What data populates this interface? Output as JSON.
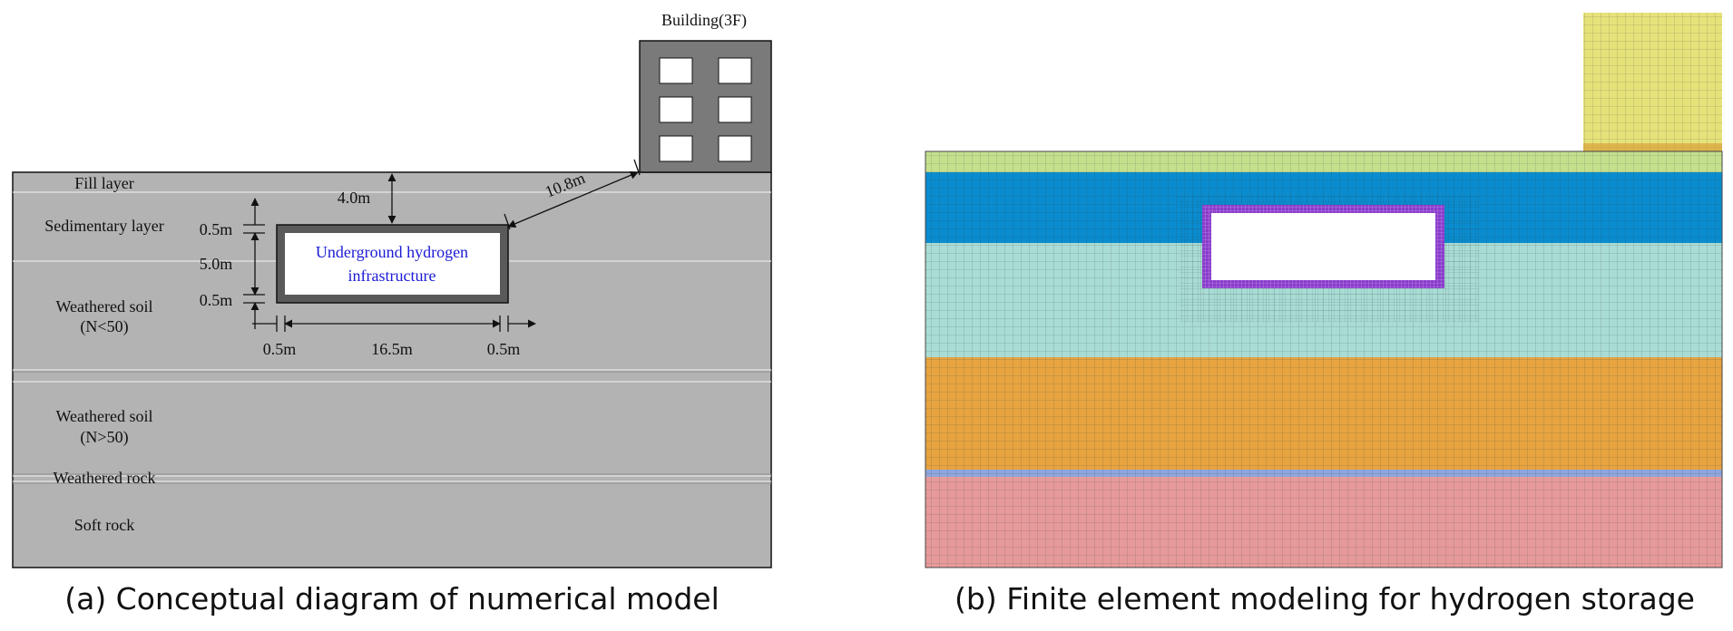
{
  "panel_a": {
    "caption": "(a) Conceptual diagram of numerical model",
    "building_label": "Building(3F)",
    "layers": [
      "Fill layer",
      "Sedimentary layer",
      "Weathered soil",
      "(N<50)",
      "Weathered soil",
      "(N>50)",
      "Weathered rock",
      "Soft rock"
    ],
    "structure_label": [
      "Underground hydrogen",
      "infrastructure"
    ],
    "dims": {
      "cover": "4.0m",
      "distance": "10.8m",
      "wall_top": "0.5m",
      "height": "5.0m",
      "wall_bottom": "0.5m",
      "wall_left": "0.5m",
      "width": "16.5m",
      "wall_right": "0.5m"
    },
    "colors": {
      "soil": "#b3b3b3",
      "building": "#7a7a7a",
      "structure_wall": "#5a5a5a",
      "label": "#1a1ad6"
    }
  },
  "panel_b": {
    "caption": "(b) Finite element modeling for hydrogen storage",
    "colors": {
      "building": "#e6e27a",
      "fill": "#c5e08d",
      "sedimentary": "#0a8ccf",
      "weathered_soil_1": "#a9dcd4",
      "weathered_soil_2": "#e7a440",
      "weathered_rock": "#8fa6de",
      "soft_rock": "#e79a9a",
      "structure": "#8a3ccc",
      "mesh": "#556a6a"
    }
  }
}
